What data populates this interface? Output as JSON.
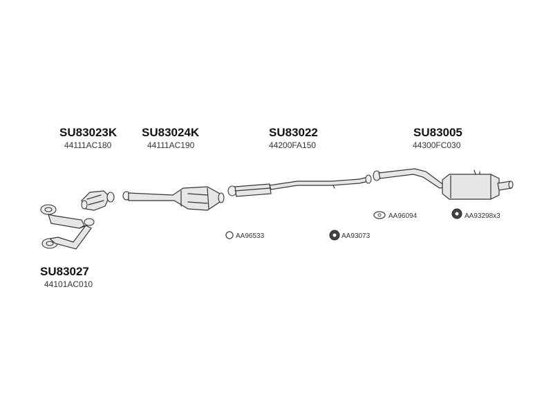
{
  "parts": [
    {
      "code": "SU83023K",
      "oem": "44111AC180"
    },
    {
      "code": "SU83024K",
      "oem": "44111AC190"
    },
    {
      "code": "SU83022",
      "oem": "44200FA150"
    },
    {
      "code": "SU83005",
      "oem": "44300FC030"
    },
    {
      "code": "SU83027",
      "oem": "44101AC010"
    }
  ],
  "accessories": [
    {
      "code": "AA96533",
      "icon": "ring-gasket-icon"
    },
    {
      "code": "AA93073",
      "icon": "rubber-hanger-icon"
    },
    {
      "code": "AA96094",
      "icon": "flange-gasket-icon"
    },
    {
      "code": "AA93298",
      "qty": "x3",
      "icon": "rubber-mount-icon"
    }
  ]
}
